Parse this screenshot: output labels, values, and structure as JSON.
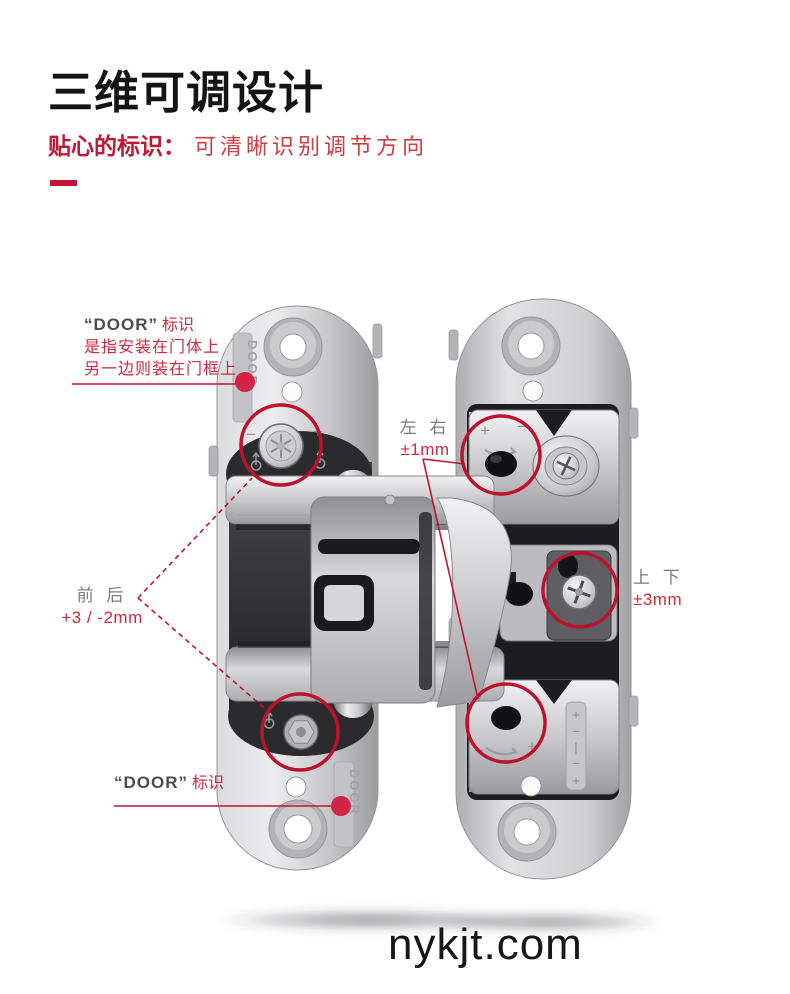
{
  "header": {
    "title": "三维可调设计",
    "subtitle_strong": "贴心的标识：",
    "subtitle_rest": "可清晰识别调节方向"
  },
  "annotations": {
    "top_door": {
      "quote": "“DOOR”",
      "label": "标识",
      "line2": "是指安装在门体上",
      "line3": "另一边则装在门框上"
    },
    "front_back": {
      "name": "前 后",
      "value": "+3 / -2mm"
    },
    "left_right": {
      "name": "左 右",
      "value": "±1mm"
    },
    "up_down": {
      "name": "上 下",
      "value": "±3mm"
    },
    "bottom_door": {
      "quote": "“DOOR”",
      "label": "标识"
    }
  },
  "product": {
    "markings": {
      "door": "DOOR",
      "plus": "+",
      "minus": "−",
      "column": [
        "+",
        "−",
        "|",
        "−",
        "+"
      ]
    }
  },
  "watermark": {
    "text": "nykjt.com"
  },
  "colors": {
    "accent_red": "#c01733",
    "circle_red": "#bd1130",
    "dot_red": "#d22447",
    "title_black": "#141414",
    "label_gray": "#7c7c80",
    "value_red": "#d22a3a"
  }
}
